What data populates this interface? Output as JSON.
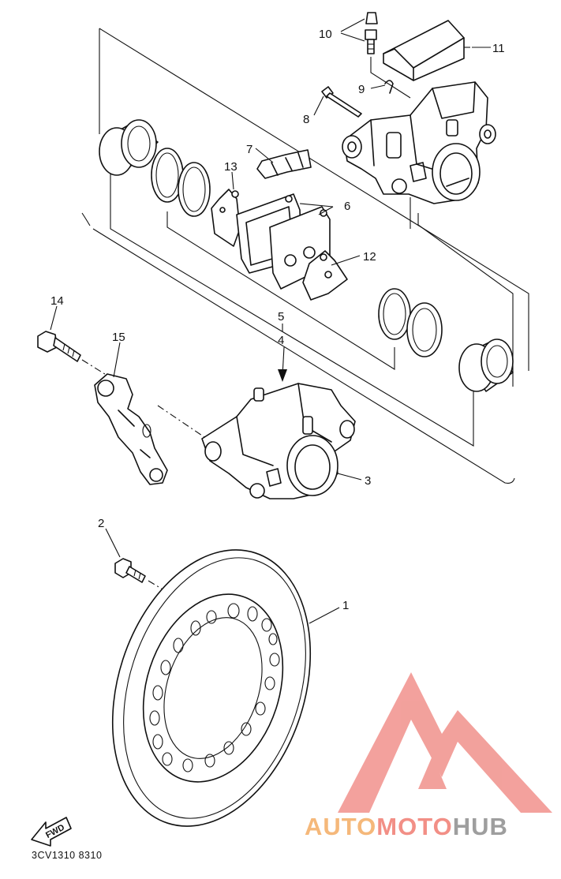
{
  "diagram": {
    "callouts": [
      {
        "id": "c1",
        "label": "1"
      },
      {
        "id": "c2",
        "label": "2"
      },
      {
        "id": "c3",
        "label": "3"
      },
      {
        "id": "c4",
        "label": "4"
      },
      {
        "id": "c5",
        "label": "5"
      },
      {
        "id": "c6",
        "label": "6"
      },
      {
        "id": "c7",
        "label": "7"
      },
      {
        "id": "c8",
        "label": "8"
      },
      {
        "id": "c9",
        "label": "9"
      },
      {
        "id": "c10",
        "label": "10"
      },
      {
        "id": "c11",
        "label": "11"
      },
      {
        "id": "c12",
        "label": "12"
      },
      {
        "id": "c13",
        "label": "13"
      },
      {
        "id": "c14",
        "label": "14"
      },
      {
        "id": "c15",
        "label": "15"
      }
    ],
    "fwd_label": "FWD",
    "drawing_code": "3CV1310 8310"
  },
  "watermark": {
    "part1": "AUTO",
    "part2": "MOTO",
    "part3": "HUB",
    "color_auto": "#f5b87a",
    "color_moto": "#f28f86",
    "color_hub": "#9e9e9e",
    "logo_color": "#f08a84"
  }
}
